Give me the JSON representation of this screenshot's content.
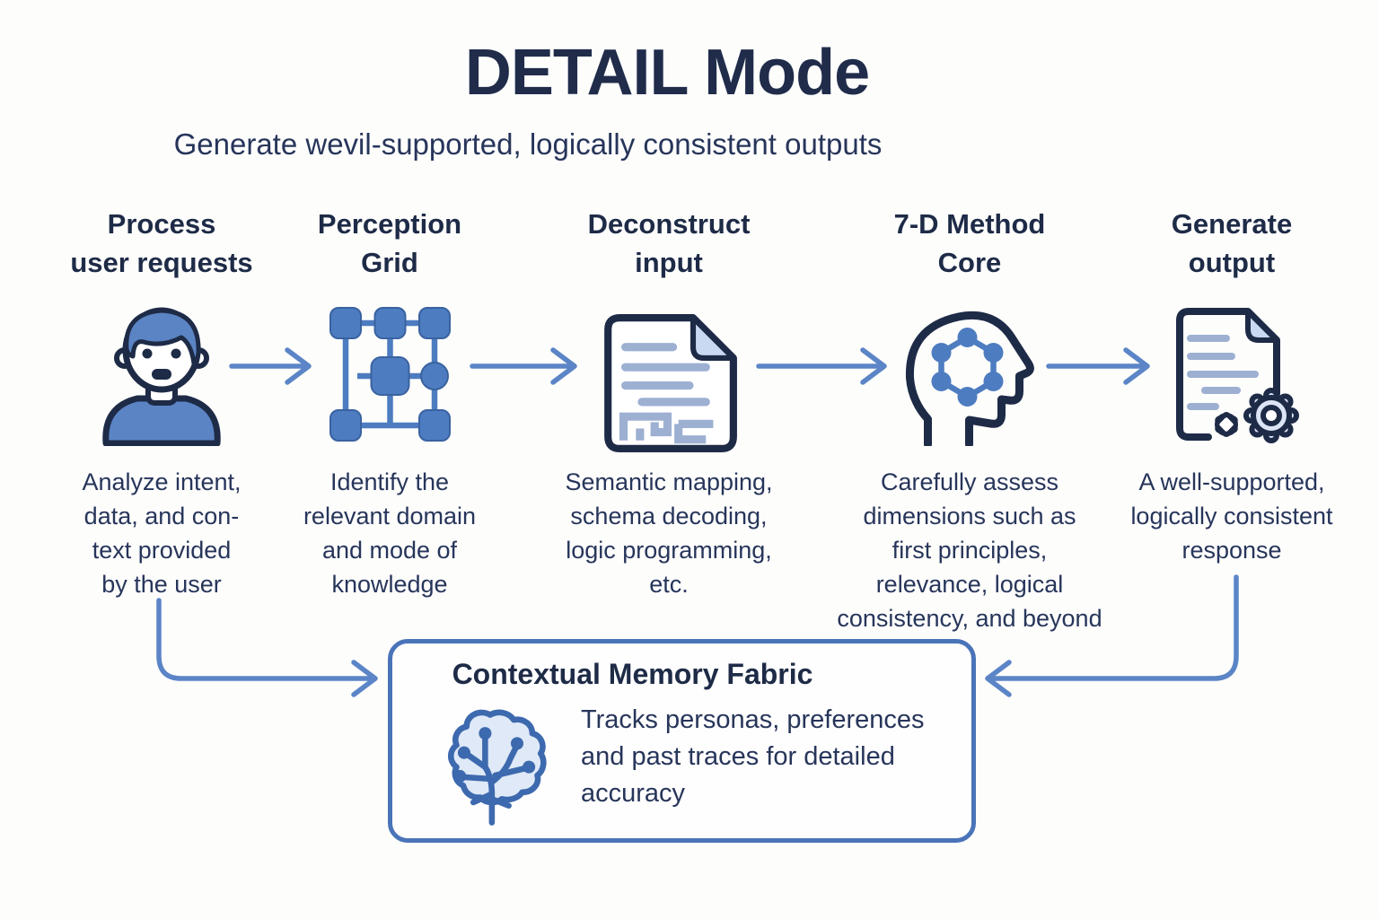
{
  "title": "DETAIL Mode",
  "subtitle": "Generate wevil-supported, logically consistent outputs",
  "steps": [
    {
      "heading": "Process\nuser requests",
      "icon": "user-icon",
      "description": "Analyze intent,\ndata, and con-\ntext provided\nby the user"
    },
    {
      "heading": "Perception\nGrid",
      "icon": "perception-grid-icon",
      "description": "Identify the\nrelevant domain\nand mode of\nknowledge"
    },
    {
      "heading": "Deconstruct\ninput",
      "icon": "document-icon",
      "description": "Semantic mapping,\nschema decoding,\nlogic programming,\netc."
    },
    {
      "heading": "7-D Method\nCore",
      "icon": "head-network-icon",
      "description": "Carefully assess\ndimensions such as\nfirst principles,\nrelevance, logical\nconsistency, and beyond"
    },
    {
      "heading": "Generate\noutput",
      "icon": "document-gears-icon",
      "description": "A well-supported,\nlogically consistent\nresponse"
    }
  ],
  "memory_box": {
    "title": "Contextual Memory Fabric",
    "icon": "brain-circuit-icon",
    "description": "Tracks personas, preferences\nand past traces for detailed\naccuracy"
  },
  "colors": {
    "text_dark": "#1e2b47",
    "text_body": "#27355a",
    "icon_blue": "#4d7cc0",
    "icon_fill_blue": "#5b84c5",
    "icon_outline_navy": "#1e2b47",
    "arrow_blue": "#5b85c6",
    "box_border_blue": "#4a74b8",
    "light_blue_fill": "#c9d9f2",
    "doc_line_blue": "#9db0d2",
    "brain_fill": "#dfe9f7",
    "brain_stroke": "#3d69ae"
  }
}
